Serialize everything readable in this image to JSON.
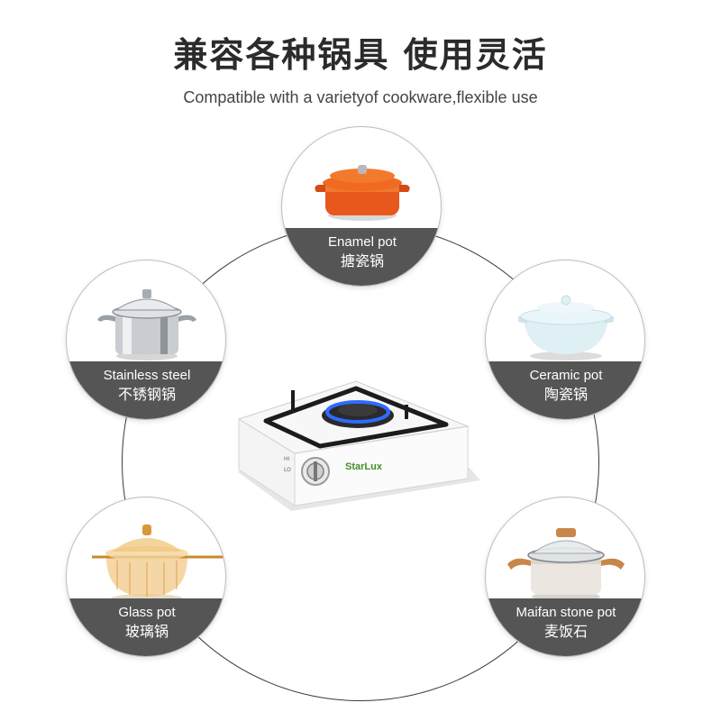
{
  "header": {
    "title": "兼容各种锅具 使用灵活",
    "subtitle": "Compatible with a varietyof cookware,flexible use"
  },
  "cookware": [
    {
      "en": "Enamel pot",
      "cn": "搪瓷锅",
      "icon": "enamel-pot-icon",
      "color": "#e8571c"
    },
    {
      "en": "Stainless steel",
      "cn": "不锈钢锅",
      "icon": "stainless-pot-icon",
      "color": "#c9ccd1"
    },
    {
      "en": "Ceramic pot",
      "cn": "陶瓷锅",
      "icon": "ceramic-pot-icon",
      "color": "#dff0f4"
    },
    {
      "en": "Glass pot",
      "cn": "玻璃锅",
      "icon": "glass-pot-icon",
      "color": "#e8a94a"
    },
    {
      "en": "Maifan stone pot",
      "cn": "麦饭石",
      "icon": "stone-pot-icon",
      "color": "#ebe7e0"
    }
  ],
  "stove": {
    "brand": "StarLux",
    "knob_mark_high": "HI",
    "knob_mark_low": "LO",
    "flame_color": "#2f6bff",
    "brand_color": "#3f8f2a"
  }
}
